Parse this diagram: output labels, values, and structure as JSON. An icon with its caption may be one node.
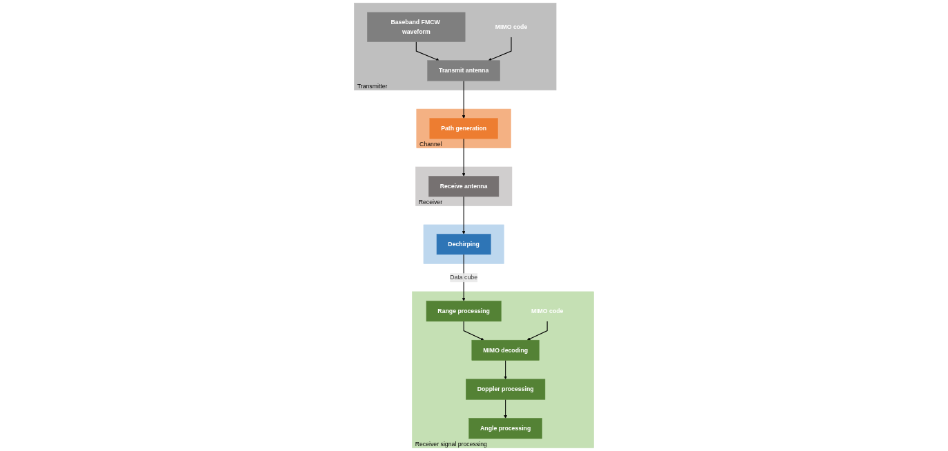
{
  "diagram": {
    "nodes": [
      {
        "text": [
          "Transmitter"
        ]
      },
      {
        "text": [
          "Baseband FMCW waveform"
        ],
        "in": 0
      },
      {
        "text": [
          "Transmit antenna"
        ],
        "in": 0
      },
      {
        "text": [
          "MIMO code"
        ],
        "in": 0
      },
      {
        "text": [
          "Channel"
        ]
      },
      {
        "text": [
          "Path generation"
        ],
        "in": 4
      },
      {
        "text": [
          "Receiver"
        ]
      },
      {
        "text": [
          "Receive antenna"
        ],
        "in": 6
      },
      {
        "text": [],
        "shape": "box"
      },
      {
        "text": [
          "Dechirping"
        ],
        "in": 8
      },
      {
        "text": [
          "Receiver signal processing"
        ]
      },
      {
        "text": [
          "Range processing"
        ],
        "in": 10
      },
      {
        "text": [
          "MIMO decoding"
        ],
        "in": 10
      },
      {
        "text": [
          "Doppler processing"
        ],
        "in": 10
      },
      {
        "text": [
          "Angle processing"
        ],
        "in": 10
      },
      {
        "text": [
          "MIMO code"
        ],
        "in": 10
      }
    ],
    "edges": [
      {
        "from": 1,
        "to": 2,
        "arrow": "to"
      },
      {
        "from": 3,
        "to": 2,
        "arrow": "to"
      },
      {
        "from": 2,
        "to": 5,
        "arrow": "to"
      },
      {
        "from": 5,
        "to": 7,
        "arrow": "to"
      },
      {
        "from": 7,
        "to": 9,
        "arrow": "to"
      },
      {
        "from": 9,
        "to": 11,
        "arrow": "to",
        "label": "Data cube"
      },
      {
        "from": 11,
        "to": 12,
        "arrow": "to"
      },
      {
        "from": 15,
        "to": 12,
        "arrow": "to"
      },
      {
        "from": 12,
        "to": 13,
        "arrow": "to"
      },
      {
        "from": 13,
        "to": 14,
        "arrow": "to"
      }
    ]
  }
}
